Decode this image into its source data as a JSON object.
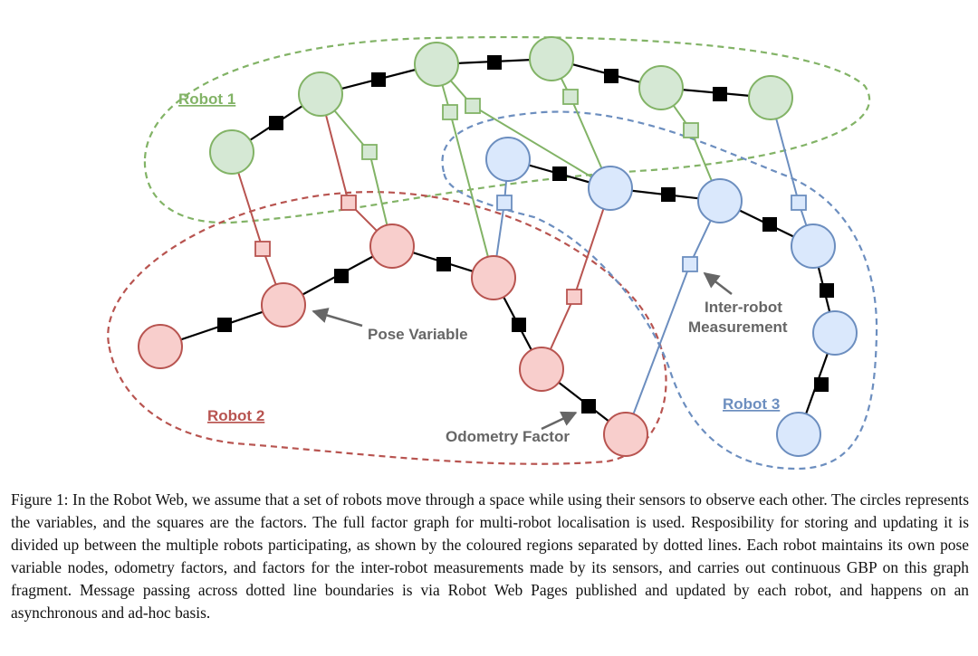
{
  "figure": {
    "labels": {
      "robot1": "Robot 1",
      "robot2": "Robot 2",
      "robot3": "Robot 3",
      "pose_variable": "Pose Variable",
      "odometry_factor": "Odometry Factor",
      "inter_robot_line1": "Inter-robot",
      "inter_robot_line2": "Measurement"
    },
    "colors": {
      "green_stroke": "#82b366",
      "green_fill": "#d5e8d4",
      "red_stroke": "#b85450",
      "red_fill": "#f8cecc",
      "blue_stroke": "#6c8ebf",
      "blue_fill": "#dae8fc",
      "factor_fill": "#000000",
      "annotation_text": "#666666"
    }
  },
  "caption": {
    "text": "Figure 1:  In the Robot Web, we assume that a set of robots move through a space while using their sensors to observe each other. The circles represents the variables, and the squares are the factors. The full factor graph for multi-robot localisation is used.  Resposibility for storing and updating it is divided up between the multiple robots participating, as shown by the coloured regions separated by dotted lines. Each robot maintains its own pose variable nodes, odometry factors, and factors for the inter-robot measurements made by its sensors, and carries out continuous GBP on this graph fragment.  Message passing across dotted line boundaries is via Robot Web Pages published and updated by each robot, and happens on an asynchronous and ad-hoc basis."
  }
}
